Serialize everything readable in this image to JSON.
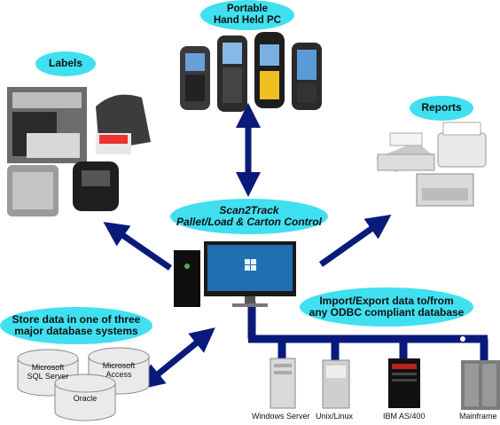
{
  "bubbles": {
    "handheld": {
      "line1": "Portable",
      "line2": "Hand Held PC"
    },
    "labels": "Labels",
    "reports": "Reports",
    "center": {
      "line1": "Scan2Track",
      "line2": "Pallet/Load & Carton Control"
    },
    "import": {
      "line1": "Import/Export data to/from",
      "line2": "any ODBC compliant database"
    },
    "store": {
      "line1": "Store data in one of three",
      "line2": "major database systems"
    }
  },
  "databases": {
    "sql": {
      "line1": "Microsoft",
      "line2": "SQL Server"
    },
    "access": {
      "line1": "Microsoft",
      "line2": "Access"
    },
    "oracle": "Oracle"
  },
  "servers": {
    "windows": "Windows Server",
    "unix": "Unix/Linux",
    "ibm": "IBM AS/400",
    "mainframe": "Mainframe"
  },
  "colors": {
    "bubble": "#40e0f0",
    "arrow": "#0a1a7a",
    "bus": "#0a1a7a"
  }
}
